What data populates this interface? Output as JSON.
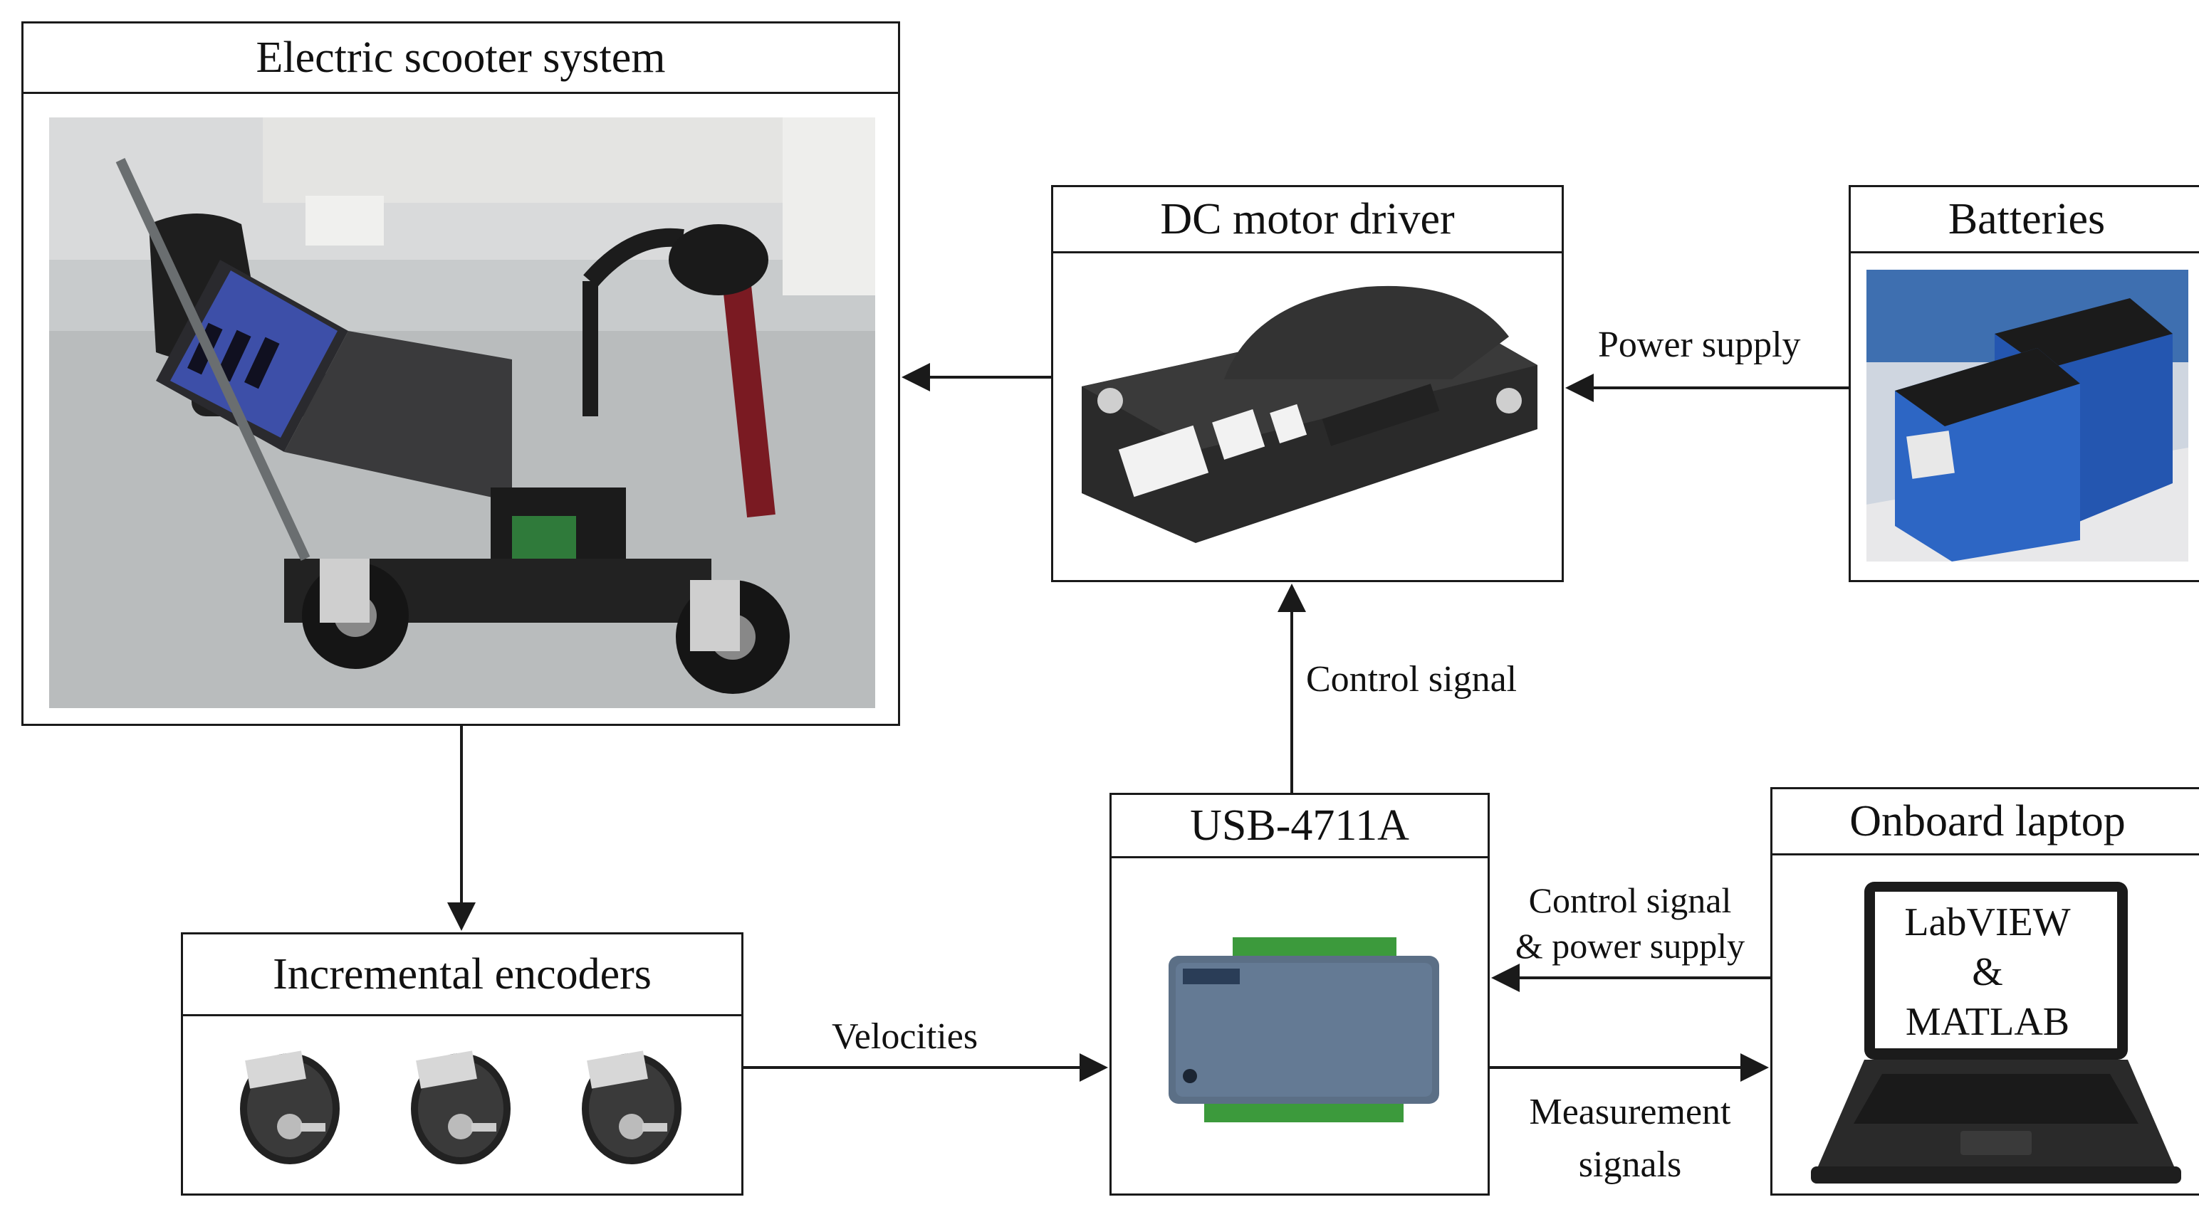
{
  "blocks": {
    "scooter": {
      "title": "Electric scooter system"
    },
    "driver": {
      "title": "DC motor driver"
    },
    "batteries": {
      "title": "Batteries"
    },
    "encoders": {
      "title": "Incremental encoders"
    },
    "daq": {
      "title": "USB-4711A"
    },
    "laptop": {
      "title": "Onboard laptop",
      "screen_line1": "LabVIEW",
      "screen_line2": "&",
      "screen_line3": "MATLAB"
    }
  },
  "edges": {
    "power_supply": "Power supply",
    "control_signal_up": "Control signal",
    "velocities": "Velocities",
    "control_power_line1": "Control signal",
    "control_power_line2": "& power supply",
    "measurement_line1": "Measurement",
    "measurement_line2": "signals"
  },
  "colors": {
    "line": "#1a1a1a",
    "battery_blue": "#2a5fb8",
    "driver_dark": "#2e2e2e",
    "daq_grey": "#5b6f86",
    "terminal_green": "#3c9a3c",
    "scooter_red": "#7a1a22"
  }
}
